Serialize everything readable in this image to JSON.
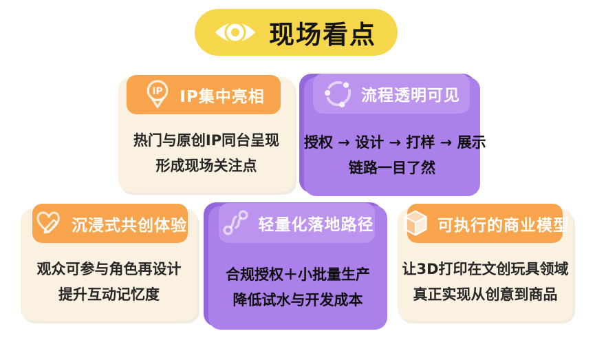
{
  "title": {
    "label": "现场看点",
    "icon": "eye-icon",
    "pill_color": "#F6D74B",
    "text_color": "#141414"
  },
  "colors": {
    "orange_header": "#F7A44C",
    "cream_card": "#FAF1E0",
    "purple_card": "#AB80EA",
    "purple_header": "#BC93EF",
    "purple_back_layer": "#9468DC",
    "yellow_pill": "#F6D74B",
    "header_text": "#FFFFFF",
    "body_text": "#1F1F1F"
  },
  "cards": [
    {
      "id": "ip-showcase",
      "theme": "cream-orange",
      "icon": "map-pin-ip-icon",
      "icon_label": "IP",
      "header": "IP集中亮相",
      "lines": [
        "热门与原创IP同台呈现",
        "形成现场关注点"
      ]
    },
    {
      "id": "transparent-process",
      "theme": "purple",
      "icon": "share-network-icon",
      "header": "流程透明可见",
      "lines": [
        "授权 → 设计 → 打样 → 展示",
        "链路一目了然"
      ]
    },
    {
      "id": "immersive-co-creation",
      "theme": "cream-orange",
      "icon": "heart-edit-icon",
      "header": "沉浸式共创体验",
      "lines": [
        "观众可参与角色再设计",
        "提升互动记忆度"
      ]
    },
    {
      "id": "lightweight-path",
      "theme": "purple",
      "icon": "route-icon",
      "header": "轻量化落地路径",
      "lines": [
        "合规授权＋小批量生产",
        "降低试水与开发成本"
      ]
    },
    {
      "id": "business-model",
      "theme": "cream-orange",
      "icon": "cube-3d-icon",
      "header": "可执行的商业模型",
      "lines": [
        "让3D打印在文创玩具领域",
        "真正实现从创意到商品"
      ]
    }
  ]
}
